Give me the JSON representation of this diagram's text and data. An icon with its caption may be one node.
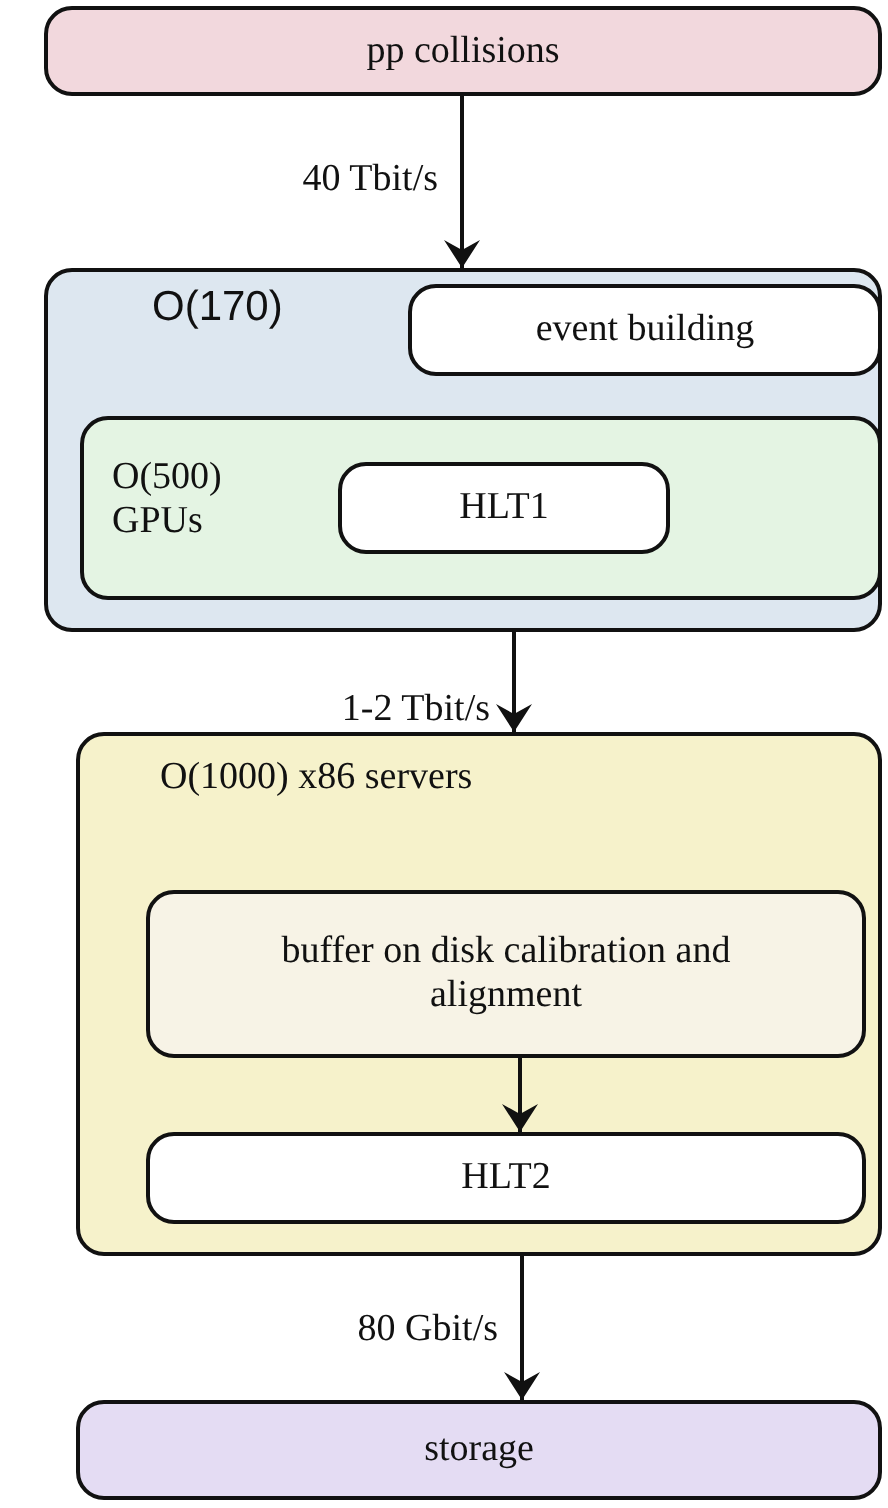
{
  "diagram": {
    "nodes": [
      {
        "text": [
          "pp collisions"
        ]
      },
      {
        "text": [
          "O(170)"
        ]
      },
      {
        "text": [
          "event building"
        ],
        "in": 1
      },
      {
        "text": [
          "O(500) GPUs"
        ],
        "in": 1
      },
      {
        "text": [
          "HLT1"
        ],
        "in": 3
      },
      {
        "text": [
          "O(1000) x86 servers"
        ]
      },
      {
        "text": [
          "buffer on disk calibration and alignment"
        ],
        "in": 5
      },
      {
        "text": [
          "HLT2"
        ],
        "in": 5
      },
      {
        "text": [
          "storage"
        ]
      }
    ],
    "edges": [
      {
        "from": 0,
        "to": 1,
        "arrow": "to",
        "label": "40 Tbit/s"
      },
      {
        "from": 1,
        "to": 5,
        "arrow": "to",
        "label": "1-2 Tbit/s"
      },
      {
        "from": 6,
        "to": 7,
        "arrow": "to"
      },
      {
        "from": 5,
        "to": 8,
        "arrow": "to",
        "label": "80 Gbit/s"
      }
    ]
  }
}
